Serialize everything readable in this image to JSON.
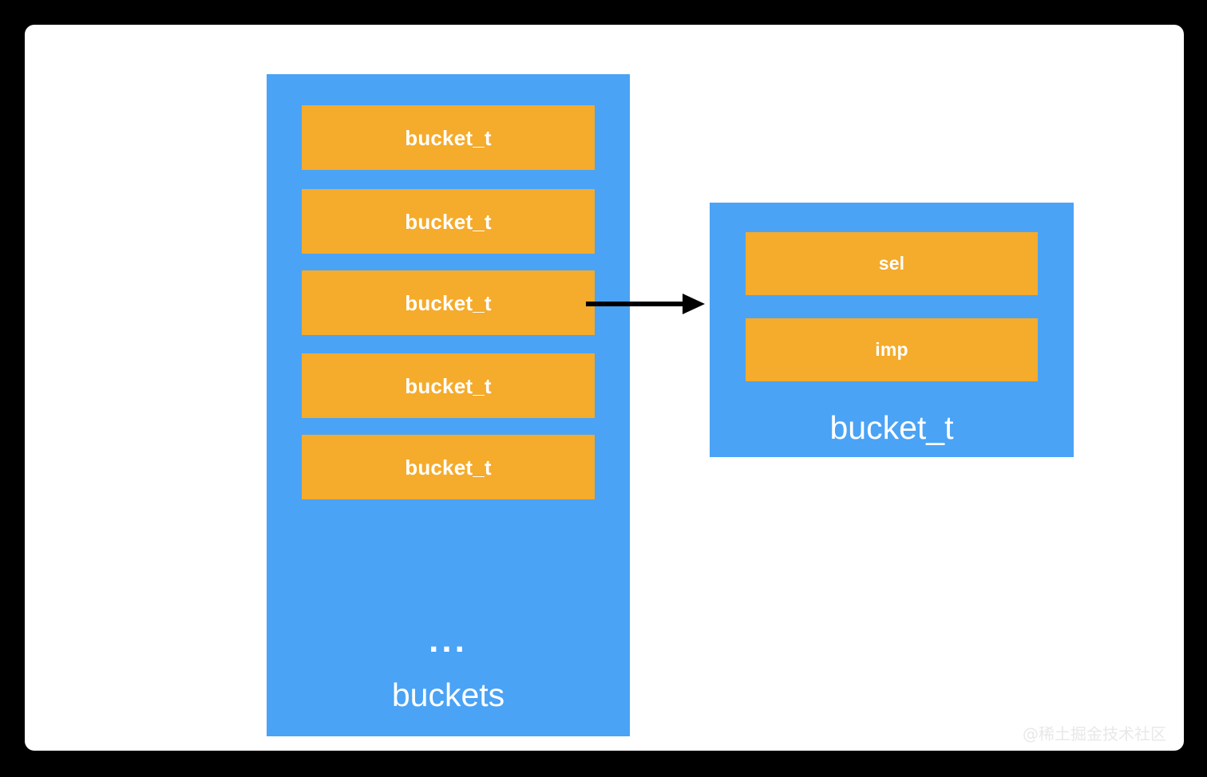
{
  "diagram": {
    "title": "objc hash table buckets diagram",
    "colors": {
      "background": "#000000",
      "canvas": "#ffffff",
      "container_blue": "#4aa3f5",
      "row_orange": "#f5ab2b",
      "label_white": "#ffffff",
      "arrow_black": "#000000",
      "watermark_gray": "#e8e8e8"
    },
    "buckets_container": {
      "caption": "buckets",
      "ellipsis": "...",
      "rows": [
        {
          "label": "bucket_t"
        },
        {
          "label": "bucket_t"
        },
        {
          "label": "bucket_t"
        },
        {
          "label": "bucket_t"
        },
        {
          "label": "bucket_t"
        }
      ]
    },
    "bucket_detail": {
      "caption": "bucket_t",
      "rows": [
        {
          "label": "sel"
        },
        {
          "label": "imp"
        }
      ]
    },
    "connector": {
      "kind": "arrow-right",
      "from": "bucket_t-row-3",
      "to": "bucket_t-detail"
    },
    "watermark": "@稀土掘金技术社区"
  }
}
